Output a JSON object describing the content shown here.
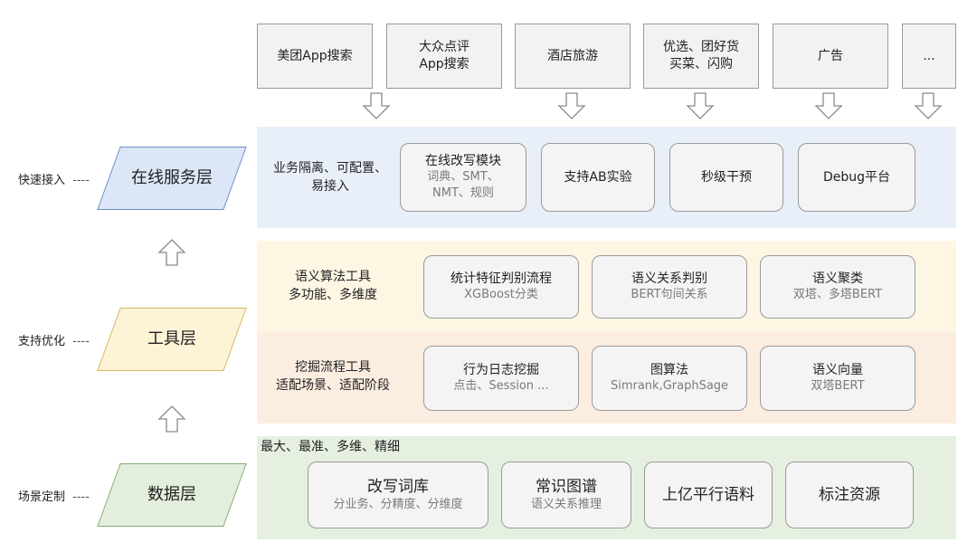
{
  "sources": [
    "美团App搜索",
    "大众点评\nApp搜索",
    "酒店旅游",
    "优选、团好货\n买菜、闪购",
    "广告",
    "..."
  ],
  "online": {
    "label": "业务隔离、可配置、\n易接入",
    "cards": [
      {
        "title": "在线改写模块",
        "sub": "词典、SMT、\nNMT、规则"
      },
      {
        "title": "支持AB实验",
        "sub": ""
      },
      {
        "title": "秒级干预",
        "sub": ""
      },
      {
        "title": "Debug平台",
        "sub": ""
      }
    ]
  },
  "semantic": {
    "label": "语义算法工具\n多功能、多维度",
    "cards": [
      {
        "title": "统计特征判别流程",
        "sub": "XGBoost分类"
      },
      {
        "title": "语义关系判别",
        "sub": "BERT句间关系"
      },
      {
        "title": "语义聚类",
        "sub": "双塔、多塔BERT"
      }
    ]
  },
  "mining": {
    "label": "挖掘流程工具\n适配场景、适配阶段",
    "cards": [
      {
        "title": "行为日志挖掘",
        "sub": "点击、Session ..."
      },
      {
        "title": "图算法",
        "sub": "Simrank,GraphSage"
      },
      {
        "title": "语义向量",
        "sub": "双塔BERT"
      }
    ]
  },
  "data": {
    "label": "最大、最准、多维、精细",
    "cards": [
      {
        "title": "改写词库",
        "sub": "分业务、分精度、分维度"
      },
      {
        "title": "常识图谱",
        "sub": "语义关系推理"
      },
      {
        "title": "上亿平行语料",
        "sub": ""
      },
      {
        "title": "标注资源",
        "sub": ""
      }
    ]
  },
  "layers": [
    {
      "name": "在线服务层",
      "note": "快速接入",
      "color": "#dce6f7",
      "border": "#6b8fc7"
    },
    {
      "name": "工具层",
      "note": "支持优化",
      "color": "#fdf3d6",
      "border": "#d6b65c"
    },
    {
      "name": "数据层",
      "note": "场景定制",
      "color": "#e3efdc",
      "border": "#86ad6e"
    }
  ],
  "dash": "----"
}
